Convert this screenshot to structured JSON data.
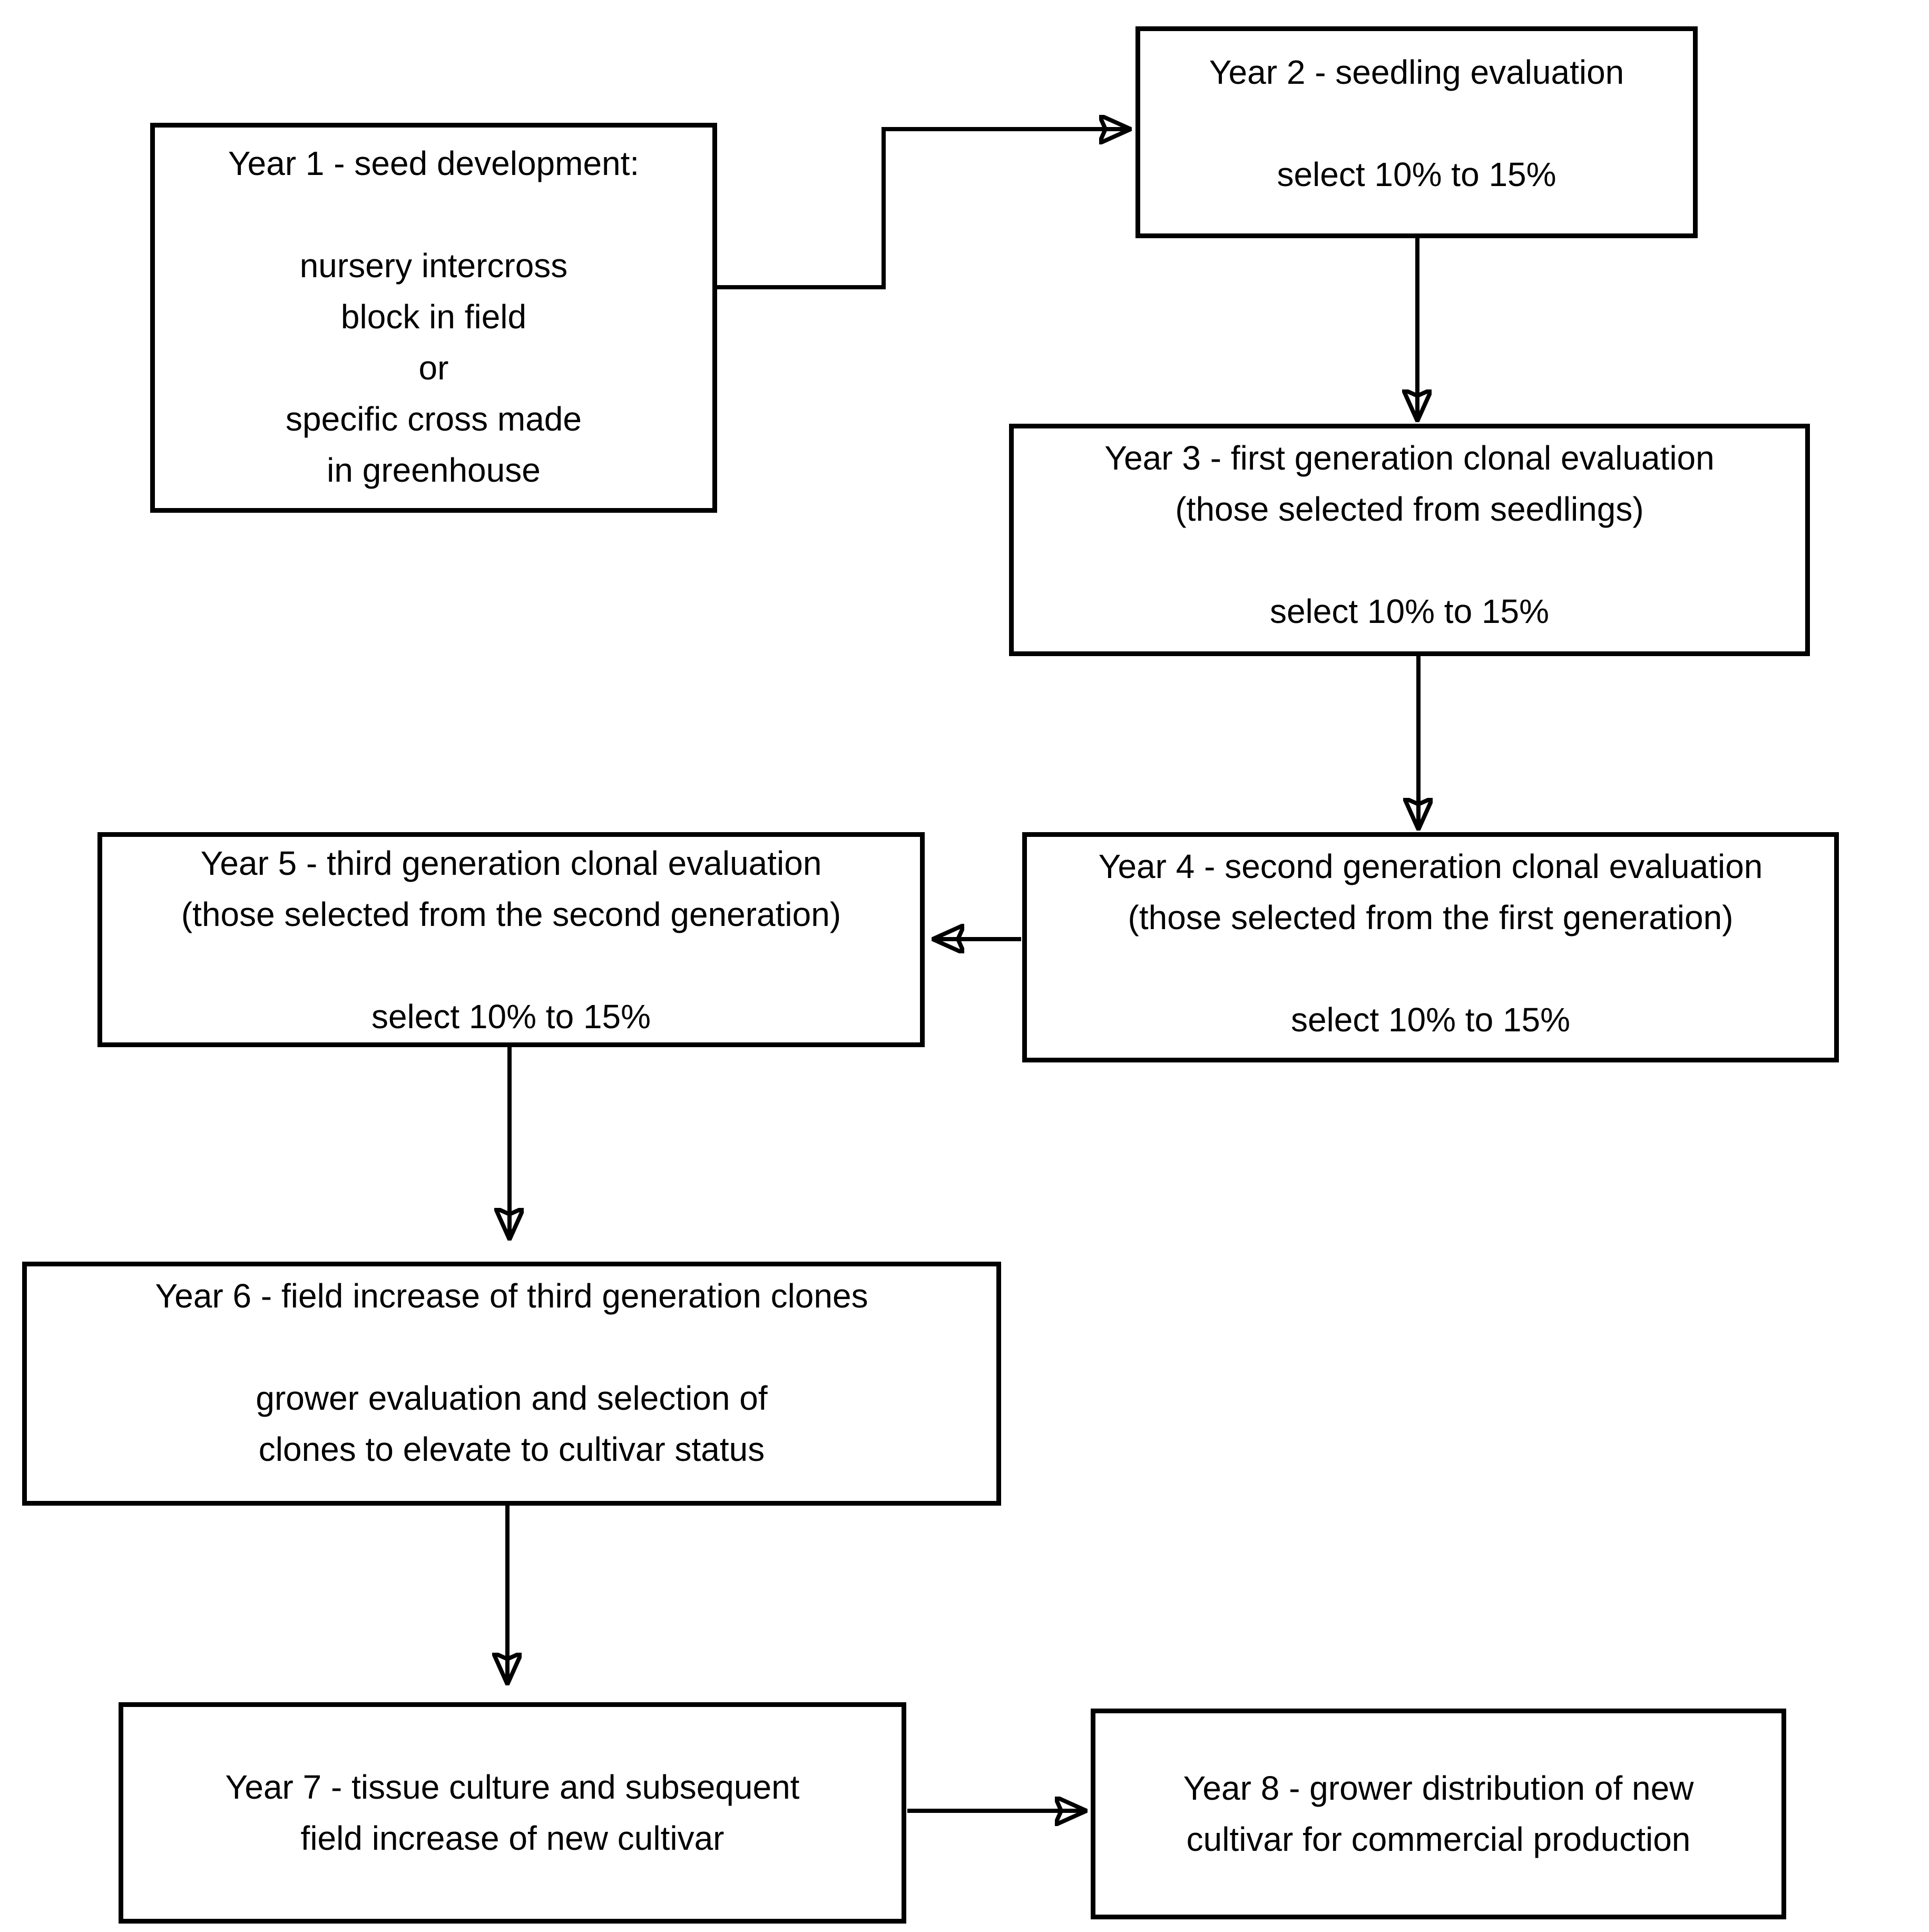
{
  "figure": {
    "type": "flowchart"
  },
  "colors": {
    "line": "#000000",
    "text": "#000000",
    "background": "#ffffff"
  },
  "nodes": [
    {
      "id": "year1",
      "lines": [
        "Year 1 - seed development:",
        "",
        "nursery intercross",
        "block in field",
        "or",
        "specific cross made",
        "in greenhouse"
      ]
    },
    {
      "id": "year2",
      "lines": [
        "Year 2 - seedling evaluation",
        "",
        "select 10% to 15%"
      ]
    },
    {
      "id": "year3",
      "lines": [
        "Year 3 - first generation clonal evaluation",
        "(those selected from seedlings)",
        "",
        "select 10% to 15%"
      ]
    },
    {
      "id": "year4",
      "lines": [
        "Year 4 - second generation clonal evaluation",
        "(those selected from the first generation)",
        "",
        "select 10% to 15%"
      ]
    },
    {
      "id": "year5",
      "lines": [
        "Year 5 - third generation clonal evaluation",
        "(those selected from the second generation)",
        "",
        "select 10% to 15%"
      ]
    },
    {
      "id": "year6",
      "lines": [
        "Year 6 - field increase of third generation clones",
        "",
        "grower evaluation and selection of",
        "clones to elevate to cultivar status"
      ]
    },
    {
      "id": "year7",
      "lines": [
        "Year 7 - tissue culture and subsequent",
        "field increase of new cultivar"
      ]
    },
    {
      "id": "year8",
      "lines": [
        "Year 8 - grower distribution of new",
        "cultivar for commercial production"
      ]
    }
  ],
  "edges": [
    {
      "from": "year1",
      "to": "year2"
    },
    {
      "from": "year2",
      "to": "year3"
    },
    {
      "from": "year3",
      "to": "year4"
    },
    {
      "from": "year4",
      "to": "year5"
    },
    {
      "from": "year5",
      "to": "year6"
    },
    {
      "from": "year6",
      "to": "year7"
    },
    {
      "from": "year7",
      "to": "year8"
    }
  ]
}
